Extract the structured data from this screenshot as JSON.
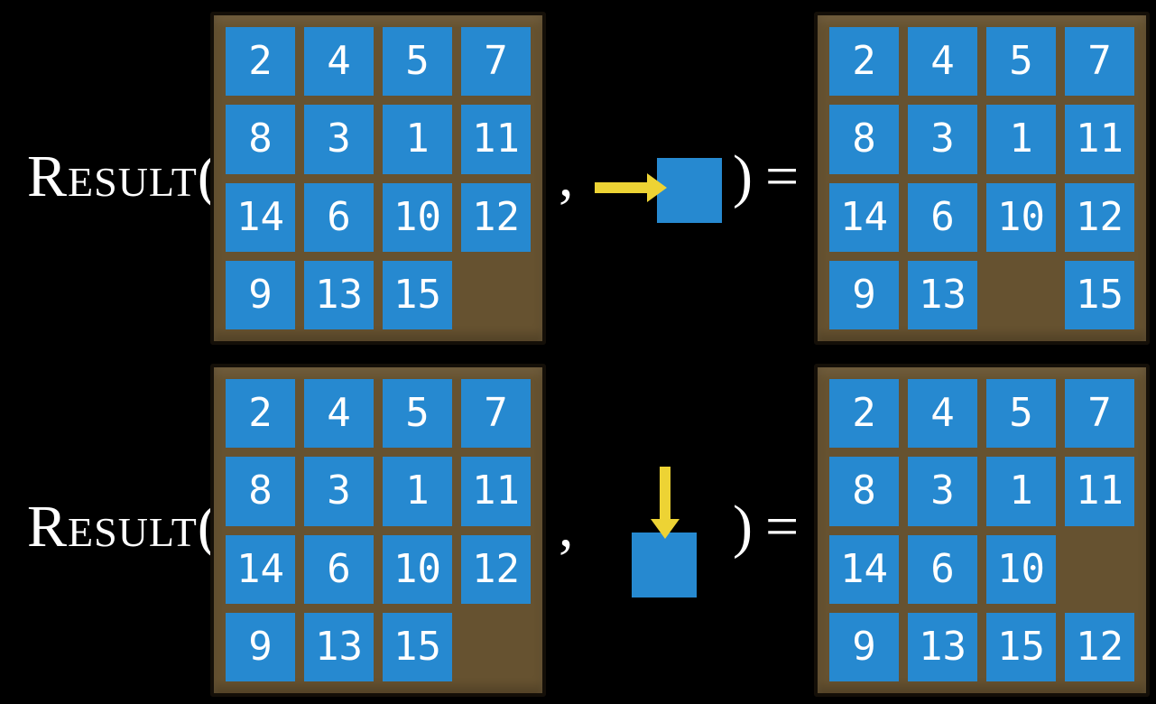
{
  "function": {
    "name": "Result",
    "open_paren": "(",
    "comma": ",",
    "close_paren": ")",
    "equals": "="
  },
  "colors": {
    "background": "#000000",
    "tile_blue": "#2689D0",
    "board_brown": "#665230",
    "board_border": "#140F08",
    "arrow_yellow": "#EDD334",
    "text_white": "#FFFFFF"
  },
  "rows": [
    {
      "move_direction": "right",
      "input_board": [
        2,
        4,
        5,
        7,
        8,
        3,
        1,
        11,
        14,
        6,
        10,
        12,
        9,
        13,
        15,
        null
      ],
      "result_board": [
        2,
        4,
        5,
        7,
        8,
        3,
        1,
        11,
        14,
        6,
        10,
        12,
        9,
        13,
        null,
        15
      ]
    },
    {
      "move_direction": "down",
      "input_board": [
        2,
        4,
        5,
        7,
        8,
        3,
        1,
        11,
        14,
        6,
        10,
        12,
        9,
        13,
        15,
        null
      ],
      "result_board": [
        2,
        4,
        5,
        7,
        8,
        3,
        1,
        11,
        14,
        6,
        10,
        null,
        9,
        13,
        15,
        12
      ]
    }
  ]
}
